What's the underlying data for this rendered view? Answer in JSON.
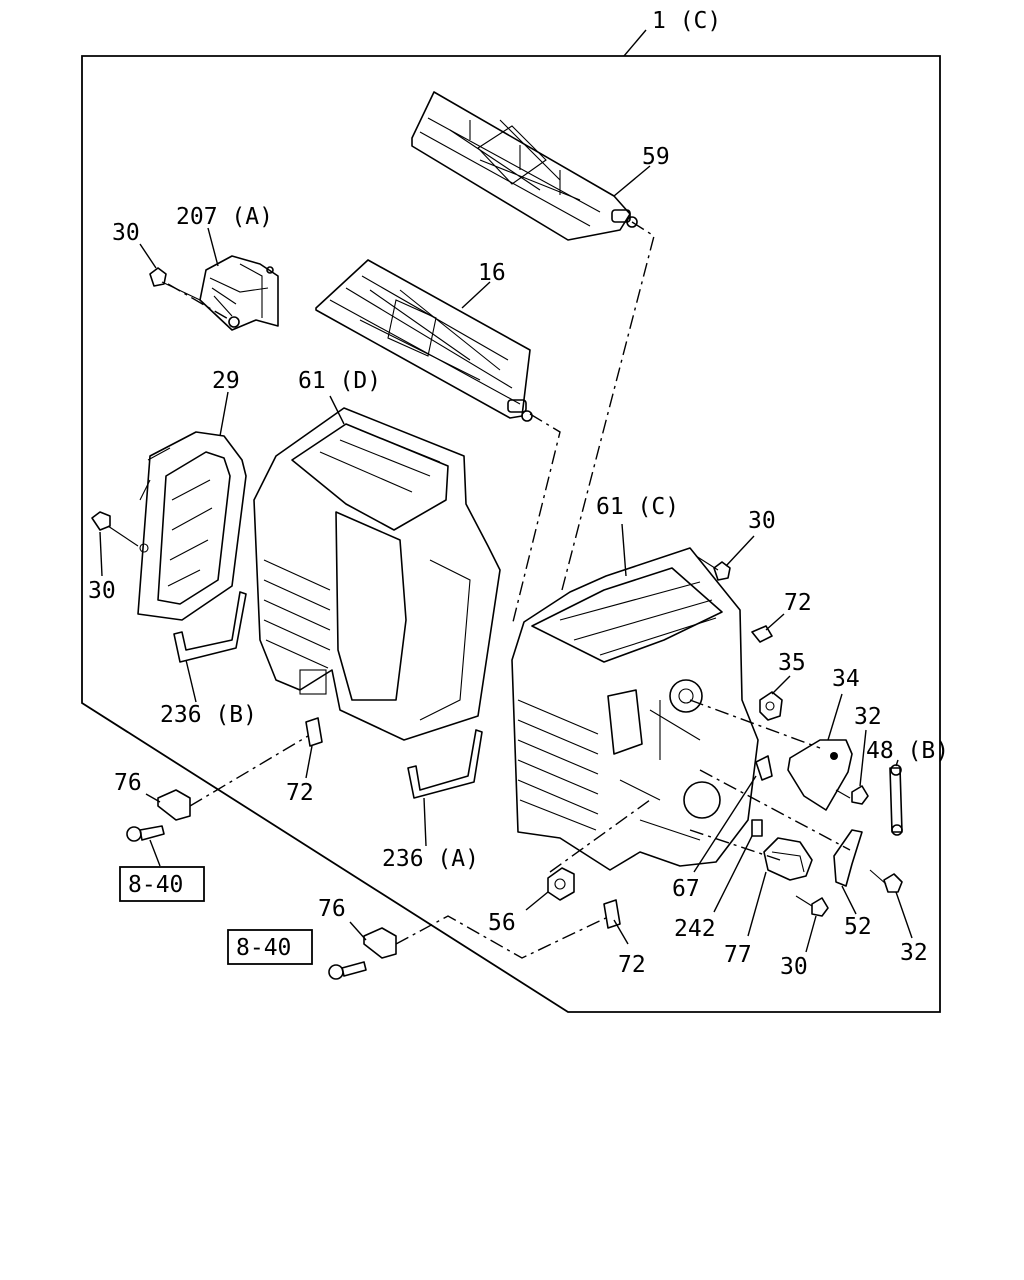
{
  "labels": {
    "l_1c": "1 (C)",
    "l_59": "59",
    "l_16": "16",
    "l_207a": "207 (A)",
    "l_30_top": "30",
    "l_29": "29",
    "l_61d": "61 (D)",
    "l_61c": "61 (C)",
    "l_30_left": "30",
    "l_30_right": "30",
    "l_72_right": "72",
    "l_35": "35",
    "l_34": "34",
    "l_32_top": "32",
    "l_48b": "48 (B)",
    "l_236b": "236 (B)",
    "l_76_top": "76",
    "l_72_mid": "72",
    "l_8_40_top": "8-40",
    "l_236a": "236 (A)",
    "l_67": "67",
    "l_242": "242",
    "l_52": "52",
    "l_32_bottom": "32",
    "l_56": "56",
    "l_77": "77",
    "l_30_bottom": "30",
    "l_76_bottom": "76",
    "l_8_40_bottom": "8-40",
    "l_72_bottom": "72"
  }
}
